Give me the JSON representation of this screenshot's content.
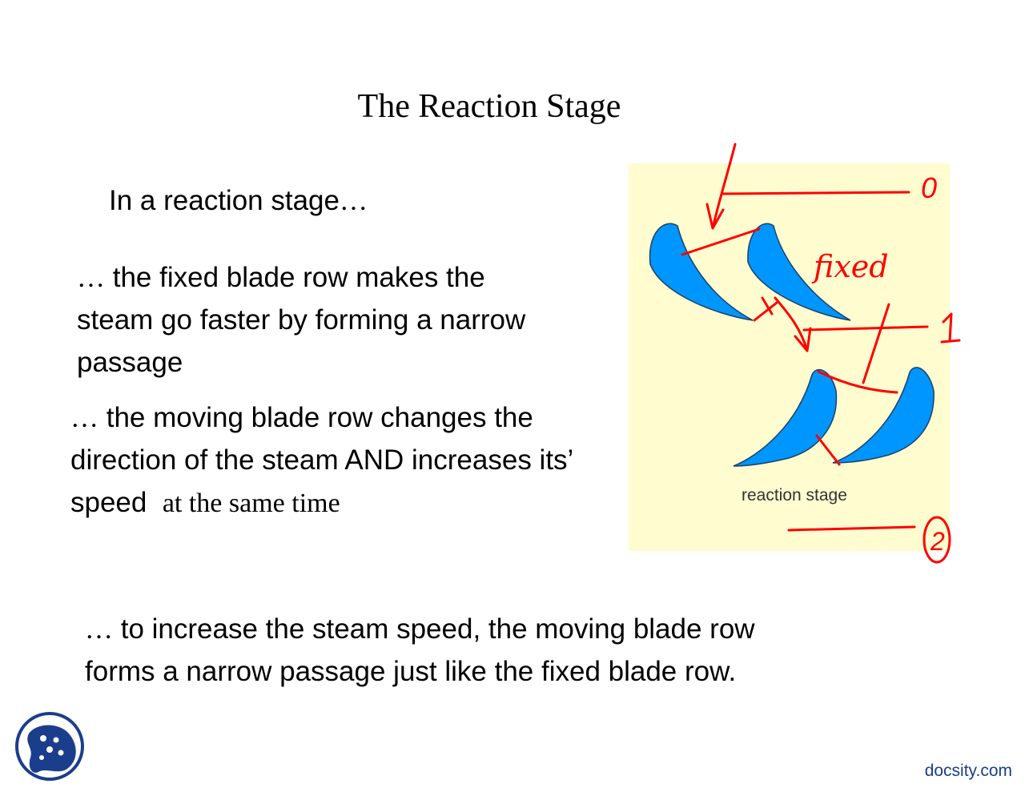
{
  "slide": {
    "title": "The Reaction Stage",
    "intro": {
      "text": "In a reaction stage",
      "ellipsis": "…"
    },
    "point1": {
      "prefix": "…",
      "lines": [
        "the fixed blade row makes the",
        "steam go faster by forming a narrow",
        "passage"
      ]
    },
    "point2": {
      "prefix": "…",
      "lines": [
        "the moving blade row changes the",
        "direction of the steam AND increases its’",
        "speed"
      ],
      "handwritten_suffix": "at the same time"
    },
    "point3": {
      "prefix": "…",
      "lines": [
        "to increase the steam speed, the moving blade row",
        "forms a narrow passage just like the fixed blade row."
      ]
    }
  },
  "figure": {
    "caption": "reaction stage",
    "background_color": "#fffdd0",
    "blade_color": "#0096ff",
    "annotation_color": "#ff0000",
    "annotations": {
      "station_0": "0",
      "station_1": "1",
      "station_2": "2",
      "fixed_label": "fixed"
    }
  },
  "footer": {
    "watermark": "docsity.com",
    "logo_icon": "docsity-logo-icon",
    "logo_color": "#1a3e8c"
  }
}
